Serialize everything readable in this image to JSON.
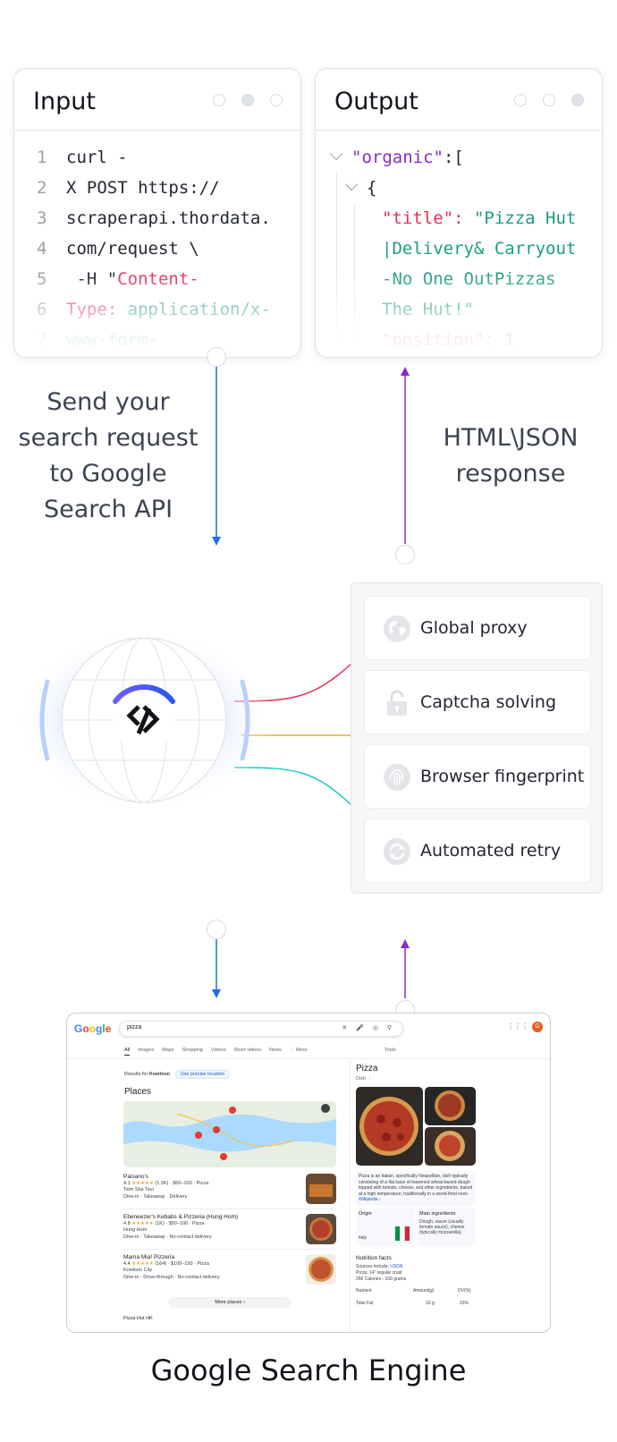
{
  "input_panel": {
    "title": "Input",
    "lines": [
      {
        "n": "1",
        "parts": [
          {
            "t": "curl -",
            "c": ""
          }
        ]
      },
      {
        "n": "2",
        "parts": [
          {
            "t": "X POST https://",
            "c": ""
          }
        ]
      },
      {
        "n": "3",
        "parts": [
          {
            "t": "scraperapi.thordata.",
            "c": ""
          }
        ]
      },
      {
        "n": "4",
        "parts": [
          {
            "t": "com/request \\",
            "c": ""
          }
        ]
      },
      {
        "n": "5",
        "parts": [
          {
            "t": " -H \"",
            "c": ""
          },
          {
            "t": "Content-",
            "c": "red"
          }
        ]
      },
      {
        "n": "6",
        "parts": [
          {
            "t": "Type",
            "c": "red"
          },
          {
            "t": ": ",
            "c": "red"
          },
          {
            "t": "application/x-",
            "c": "teal"
          }
        ]
      },
      {
        "n": "7",
        "parts": [
          {
            "t": "www-form-",
            "c": "teal"
          }
        ]
      }
    ]
  },
  "output_panel": {
    "title": "Output",
    "lines": [
      {
        "indent": 0,
        "chev": true,
        "parts": [
          {
            "t": "\"organic\"",
            "c": "purple"
          },
          {
            "t": ":[",
            "c": ""
          }
        ]
      },
      {
        "indent": 1,
        "chev": true,
        "parts": [
          {
            "t": "{",
            "c": ""
          }
        ]
      },
      {
        "indent": 2,
        "chev": false,
        "parts": [
          {
            "t": "\"title\"",
            "c": "red"
          },
          {
            "t": ": ",
            "c": "red"
          },
          {
            "t": "\"Pizza Hut",
            "c": "teal"
          }
        ]
      },
      {
        "indent": 2,
        "chev": false,
        "parts": [
          {
            "t": "|Delivery& Carryout",
            "c": "teal"
          }
        ]
      },
      {
        "indent": 2,
        "chev": false,
        "parts": [
          {
            "t": "-No One OutPizzas",
            "c": "teal"
          }
        ]
      },
      {
        "indent": 2,
        "chev": false,
        "parts": [
          {
            "t": "The Hut!\"",
            "c": "teal"
          }
        ]
      },
      {
        "indent": 2,
        "chev": false,
        "parts": [
          {
            "t": "\"position\": 1",
            "c": "red"
          }
        ]
      }
    ]
  },
  "flow": {
    "request_caption": [
      "Send your",
      "search request",
      "to Google",
      "Search API"
    ],
    "response_caption": [
      "HTML\\JSON",
      "response"
    ],
    "request_color": "#1f6fe8",
    "response_color": "#8a2bc8"
  },
  "features": [
    {
      "label": "Global proxy",
      "icon": "globe-icon"
    },
    {
      "label": "Captcha solving",
      "icon": "unlock-icon"
    },
    {
      "label": "Browser fingerprint",
      "icon": "fingerprint-icon"
    },
    {
      "label": "Automated retry",
      "icon": "retry-icon"
    }
  ],
  "connector_colors": [
    "#e8305a",
    "#f0a830",
    "#22c9c0"
  ],
  "google": {
    "logo": "Google",
    "query": "pizza",
    "avatar": "G",
    "tabs": [
      "All",
      "Images",
      "Maps",
      "Shopping",
      "Videos",
      "Short videos",
      "News",
      "⋮ More"
    ],
    "tools": "Tools",
    "results_for": "Results for",
    "location": "Kowloon",
    "use_precise": "Use precise location",
    "places_heading": "Places",
    "places": [
      {
        "name": "Paisano's",
        "rating": "4.1",
        "stars": "★★★★★",
        "reviews": "(1.3K) · $50–100 · Pizza",
        "area": "Tsim Sha Tsui",
        "services": "Dine-in · Takeaway · Delivery"
      },
      {
        "name": "Ebeneezer's Kebabs & Pizzeria (Hung Hom)",
        "rating": "4.8",
        "stars": "★★★★★",
        "reviews": "(1K) · $50–100 · Pizza",
        "area": "Hung Hom",
        "services": "Dine-in · Takeaway · No-contact delivery"
      },
      {
        "name": "Mama Mia! Pizzeria",
        "rating": "4.4",
        "stars": "★★★★★",
        "reviews": "(164) · $100–150 · Pizza",
        "area": "Kowloon City",
        "services": "Dine-in · Drive-through · No-contact delivery"
      }
    ],
    "more_places": "More places  ›",
    "next_result": "Pizza Hut HK",
    "kp_title": "Pizza",
    "kp_sub": "Dish ⋮",
    "kp_desc": "Pizza is an Italian, specifically Neapolitan, dish typically consisting of a flat base of leavened wheat-based dough topped with tomato, cheese, and other ingredients, baked at a high temperature, traditionally in a wood-fired oven.",
    "kp_wiki": "Wikipedia ›",
    "origin_label": "Origin",
    "origin_value": "Italy",
    "ingredients_label": "Main ingredients",
    "ingredients_value": "Dough, sauce (usually tomato sauce), cheese (typically mozzarella)",
    "nutrition_title": "Nutrition facts",
    "nutrition_source": "Sources include:",
    "nutrition_source_link": "USDA",
    "nutrition_serving": "Pizza, 14\" regular crust",
    "nutrition_calories": "266 Calories - 100 grams",
    "nutrition_cols": [
      "Nutrient",
      "Amount(g)",
      "DV(%)"
    ],
    "nutrition_row": [
      "Total Fat",
      "10 g",
      "15%"
    ]
  },
  "bottom_title": "Google Search Engine"
}
